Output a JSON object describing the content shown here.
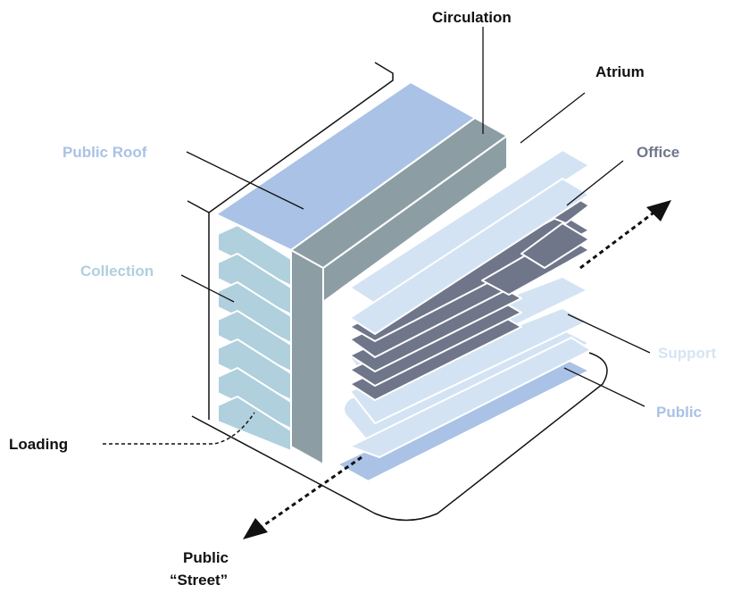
{
  "colors": {
    "public_roof": "#a9c2e6",
    "collection": "#afd0dc",
    "circulation": "#8c9ea4",
    "office": "#6f7689",
    "support": "#d4e3f3",
    "public": "#a9c2e6",
    "label_dark": "#111111",
    "label_office": "#6f7689",
    "label_blue": "#a9c2e6",
    "label_support": "#d6e4f3"
  },
  "labels": {
    "circulation": "Circulation",
    "atrium": "Atrium",
    "office": "Office",
    "public_roof": "Public Roof",
    "collection": "Collection",
    "support": "Support",
    "public": "Public",
    "loading": "Loading",
    "public_street_line1": "Public",
    "public_street_line2": "“Street”"
  }
}
